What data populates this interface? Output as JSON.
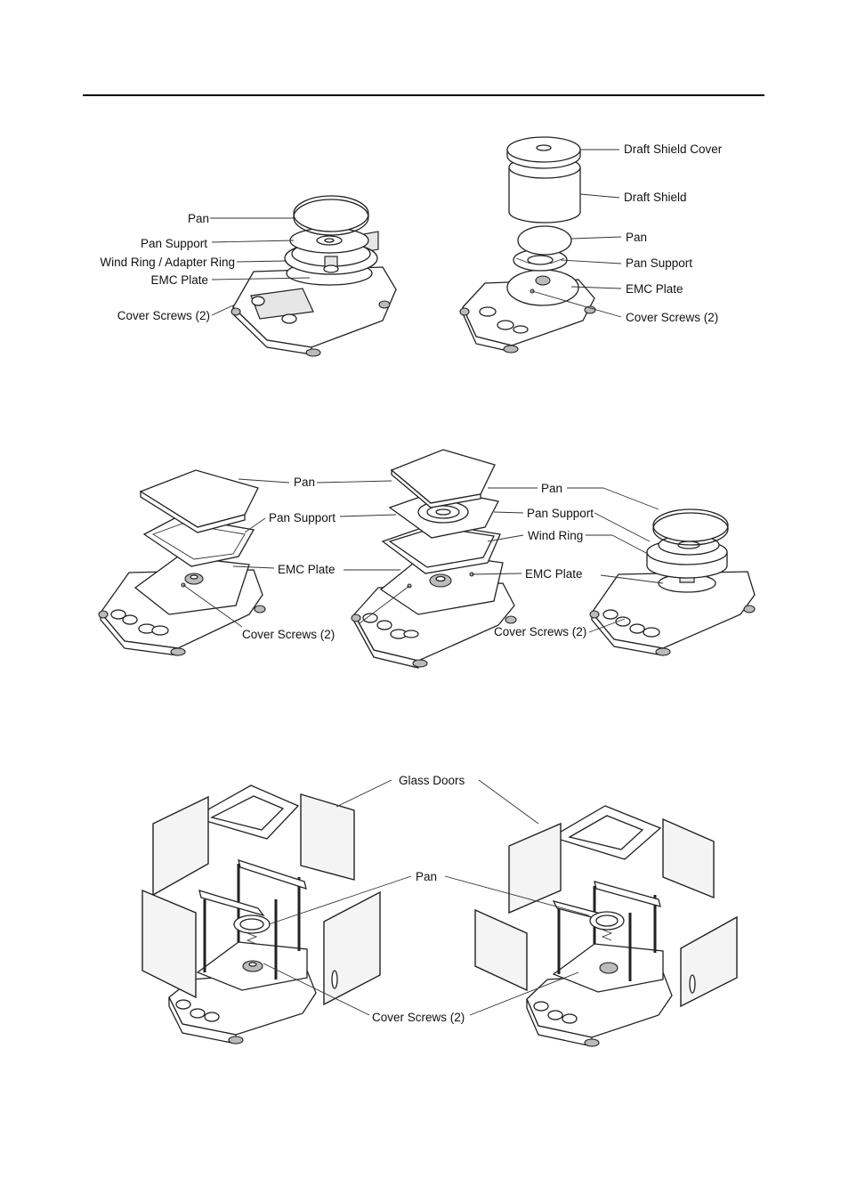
{
  "labels": {
    "fig1": {
      "pan": "Pan",
      "pan_support": "Pan Support",
      "wind_ring": "Wind Ring / Adapter Ring",
      "emc_plate": "EMC Plate",
      "cover_screws": "Cover Screws (2)"
    },
    "fig2": {
      "draft_shield_cover": "Draft Shield Cover",
      "draft_shield": "Draft Shield",
      "pan": "Pan",
      "pan_support": "Pan Support",
      "emc_plate": "EMC Plate",
      "cover_screws": "Cover Screws (2)"
    },
    "fig3": {
      "pan": "Pan",
      "pan_support": "Pan Support",
      "emc_plate": "EMC Plate",
      "cover_screws": "Cover Screws (2)"
    },
    "fig4": {
      "pan": "Pan",
      "pan_support": "Pan Support",
      "wind_ring": "Wind Ring",
      "emc_plate": "EMC Plate",
      "cover_screws": "Cover Screws (2)"
    },
    "fig5": {
      "glass_doors": "Glass Doors",
      "pan": "Pan",
      "cover_screws": "Cover Screws (2)"
    }
  }
}
